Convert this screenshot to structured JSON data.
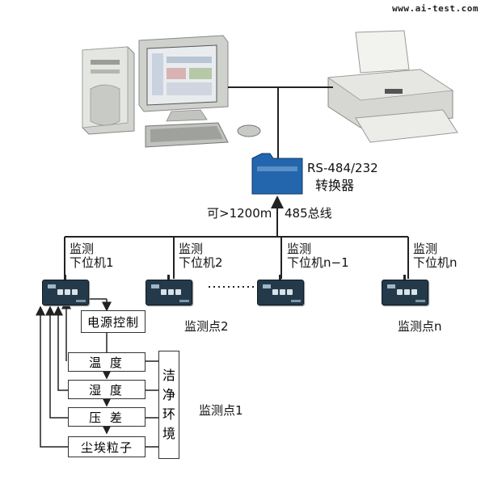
{
  "header": {
    "site_url": "www.ai-test.com"
  },
  "converter": {
    "label_line1": "RS-484/232",
    "label_line2": "转换器"
  },
  "bus": {
    "distance_label": "可>1200m",
    "bus_label": "485总线"
  },
  "units": [
    {
      "label_line1": "监测",
      "label_line2": "下位机1"
    },
    {
      "label_line1": "监测",
      "label_line2": "下位机2"
    },
    {
      "label_line1": "监测",
      "label_line2": "下位机n−1"
    },
    {
      "label_line1": "监测",
      "label_line2": "下位机n"
    }
  ],
  "points": {
    "point1": "监测点1",
    "point2": "监测点2",
    "pointn": "监测点n"
  },
  "sensors": {
    "power_control": "电源控制",
    "temperature": "温 度",
    "humidity": "湿 度",
    "pressure_diff": "压 差",
    "dust_particles": "尘埃粒子"
  },
  "clean_env": {
    "chars": [
      "洁",
      "净",
      "环",
      "境"
    ]
  },
  "colors": {
    "line": "#222222",
    "converter_blue": "#1f5fa0",
    "device_body": "#243a4a"
  }
}
